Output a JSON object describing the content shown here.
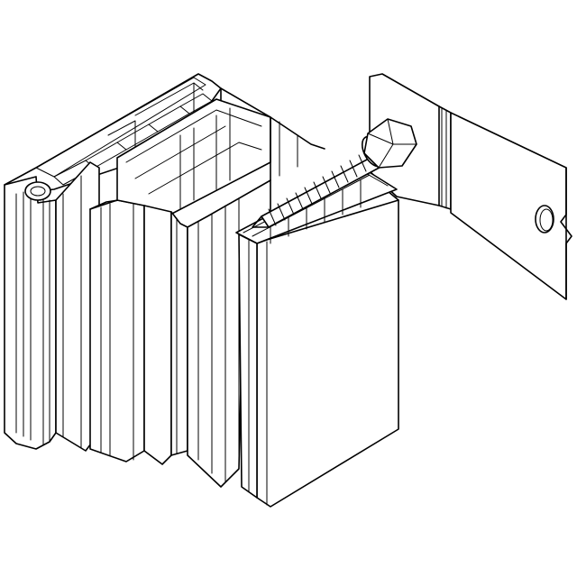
{
  "drawing": {
    "stroke_color": "#000000",
    "background_color": "#ffffff",
    "components": [
      {
        "name": "window-frame-profile",
        "icon": "extruded-pvc-profile"
      },
      {
        "name": "anchor-bracket",
        "icon": "z-shaped-metal-bracket"
      },
      {
        "name": "fixing-screw",
        "icon": "hex-head-lag-screw"
      }
    ]
  }
}
